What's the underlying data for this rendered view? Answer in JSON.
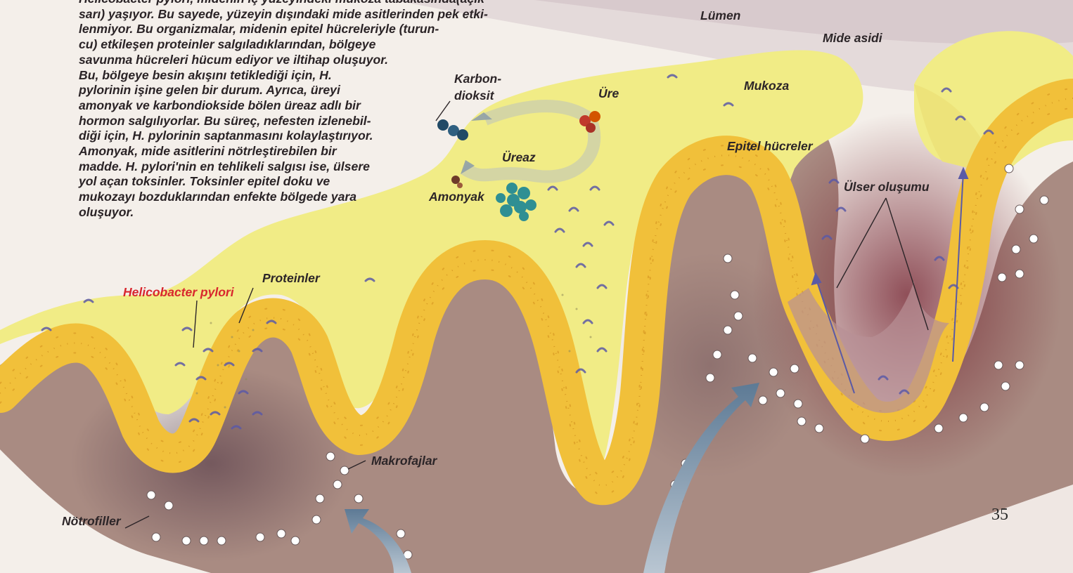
{
  "paragraph": [
    "Helicobacter pylori, midenin iç yüzeyindeki mukoza tabakasında(açık",
    "sarı) yaşıyor. Bu sayede, yüzeyin dışındaki mide asitlerinden pek etki-",
    "lenmiyor. Bu organizmalar, midenin epitel hücreleriyle (turun-",
    "cu) etkileşen proteinler salgıladıklarından, bölgeye",
    "savunma hücreleri hücum ediyor ve iltihap oluşuyor.",
    "Bu, bölgeye besin akışını tetiklediği için, H.",
    "pylorinin işine gelen bir durum. Ayrıca, üreyi",
    "amonyak ve karbondiokside bölen üreaz adlı bir",
    "hormon salgılıyorlar. Bu süreç, nefesten izlenebil-",
    "diği için, H. pylorinin saptanmasını kolaylaştırıyor.",
    "Amonyak, mide asitlerini nötrleştirebilen bir",
    "madde. H. pylori'nin en tehlikeli salgısı ise, ülsere",
    "yol açan toksinler. Toksinler epitel doku ve",
    "mukozayı bozduklarından enfekte bölgede yara",
    "oluşuyor."
  ],
  "labels": {
    "lumen": "Lümen",
    "mide_asidi": "Mide asidi",
    "mukoza": "Mukoza",
    "karbondioksit_1": "Karbon-",
    "karbondioksit_2": "dioksit",
    "ure": "Üre",
    "ureaz": "Üreaz",
    "amonyak": "Amonyak",
    "epitel": "Epitel hücreler",
    "ulser": "Ülser oluşumu",
    "proteinler": "Proteinler",
    "hpylori": "Helicobacter pylori",
    "makrofajlar": "Makrofajlar",
    "notrofiller": "Nötrofiller"
  },
  "page_number": "35",
  "colors": {
    "mucosa": "#f1ec86",
    "epithelium": "#f1c03a",
    "tissue": "#a88a80",
    "inflammation": "#7a1f2a",
    "bacteria": "#5c5aa6",
    "hpylori_label": "#d8262d",
    "arrow": "#6f8aa3",
    "ureaz": "#2f8f93"
  }
}
